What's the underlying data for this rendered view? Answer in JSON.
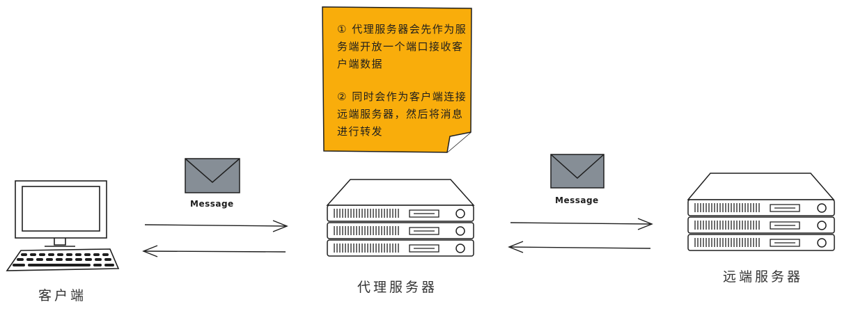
{
  "note": {
    "line1": "① 代理服务器会先作为服务端开放一个端口接收客户端数据",
    "line2": "② 同时会作为客户端连接远端服务器，然后将消息进行转发"
  },
  "nodes": {
    "client": "客户端",
    "proxy": "代理服务器",
    "remote": "远端服务器"
  },
  "messages": {
    "left": "Message",
    "right": "Message"
  },
  "colors": {
    "note_fill": "#f9ad0b",
    "envelope": "#868e96",
    "stroke": "#1e1e1e"
  }
}
